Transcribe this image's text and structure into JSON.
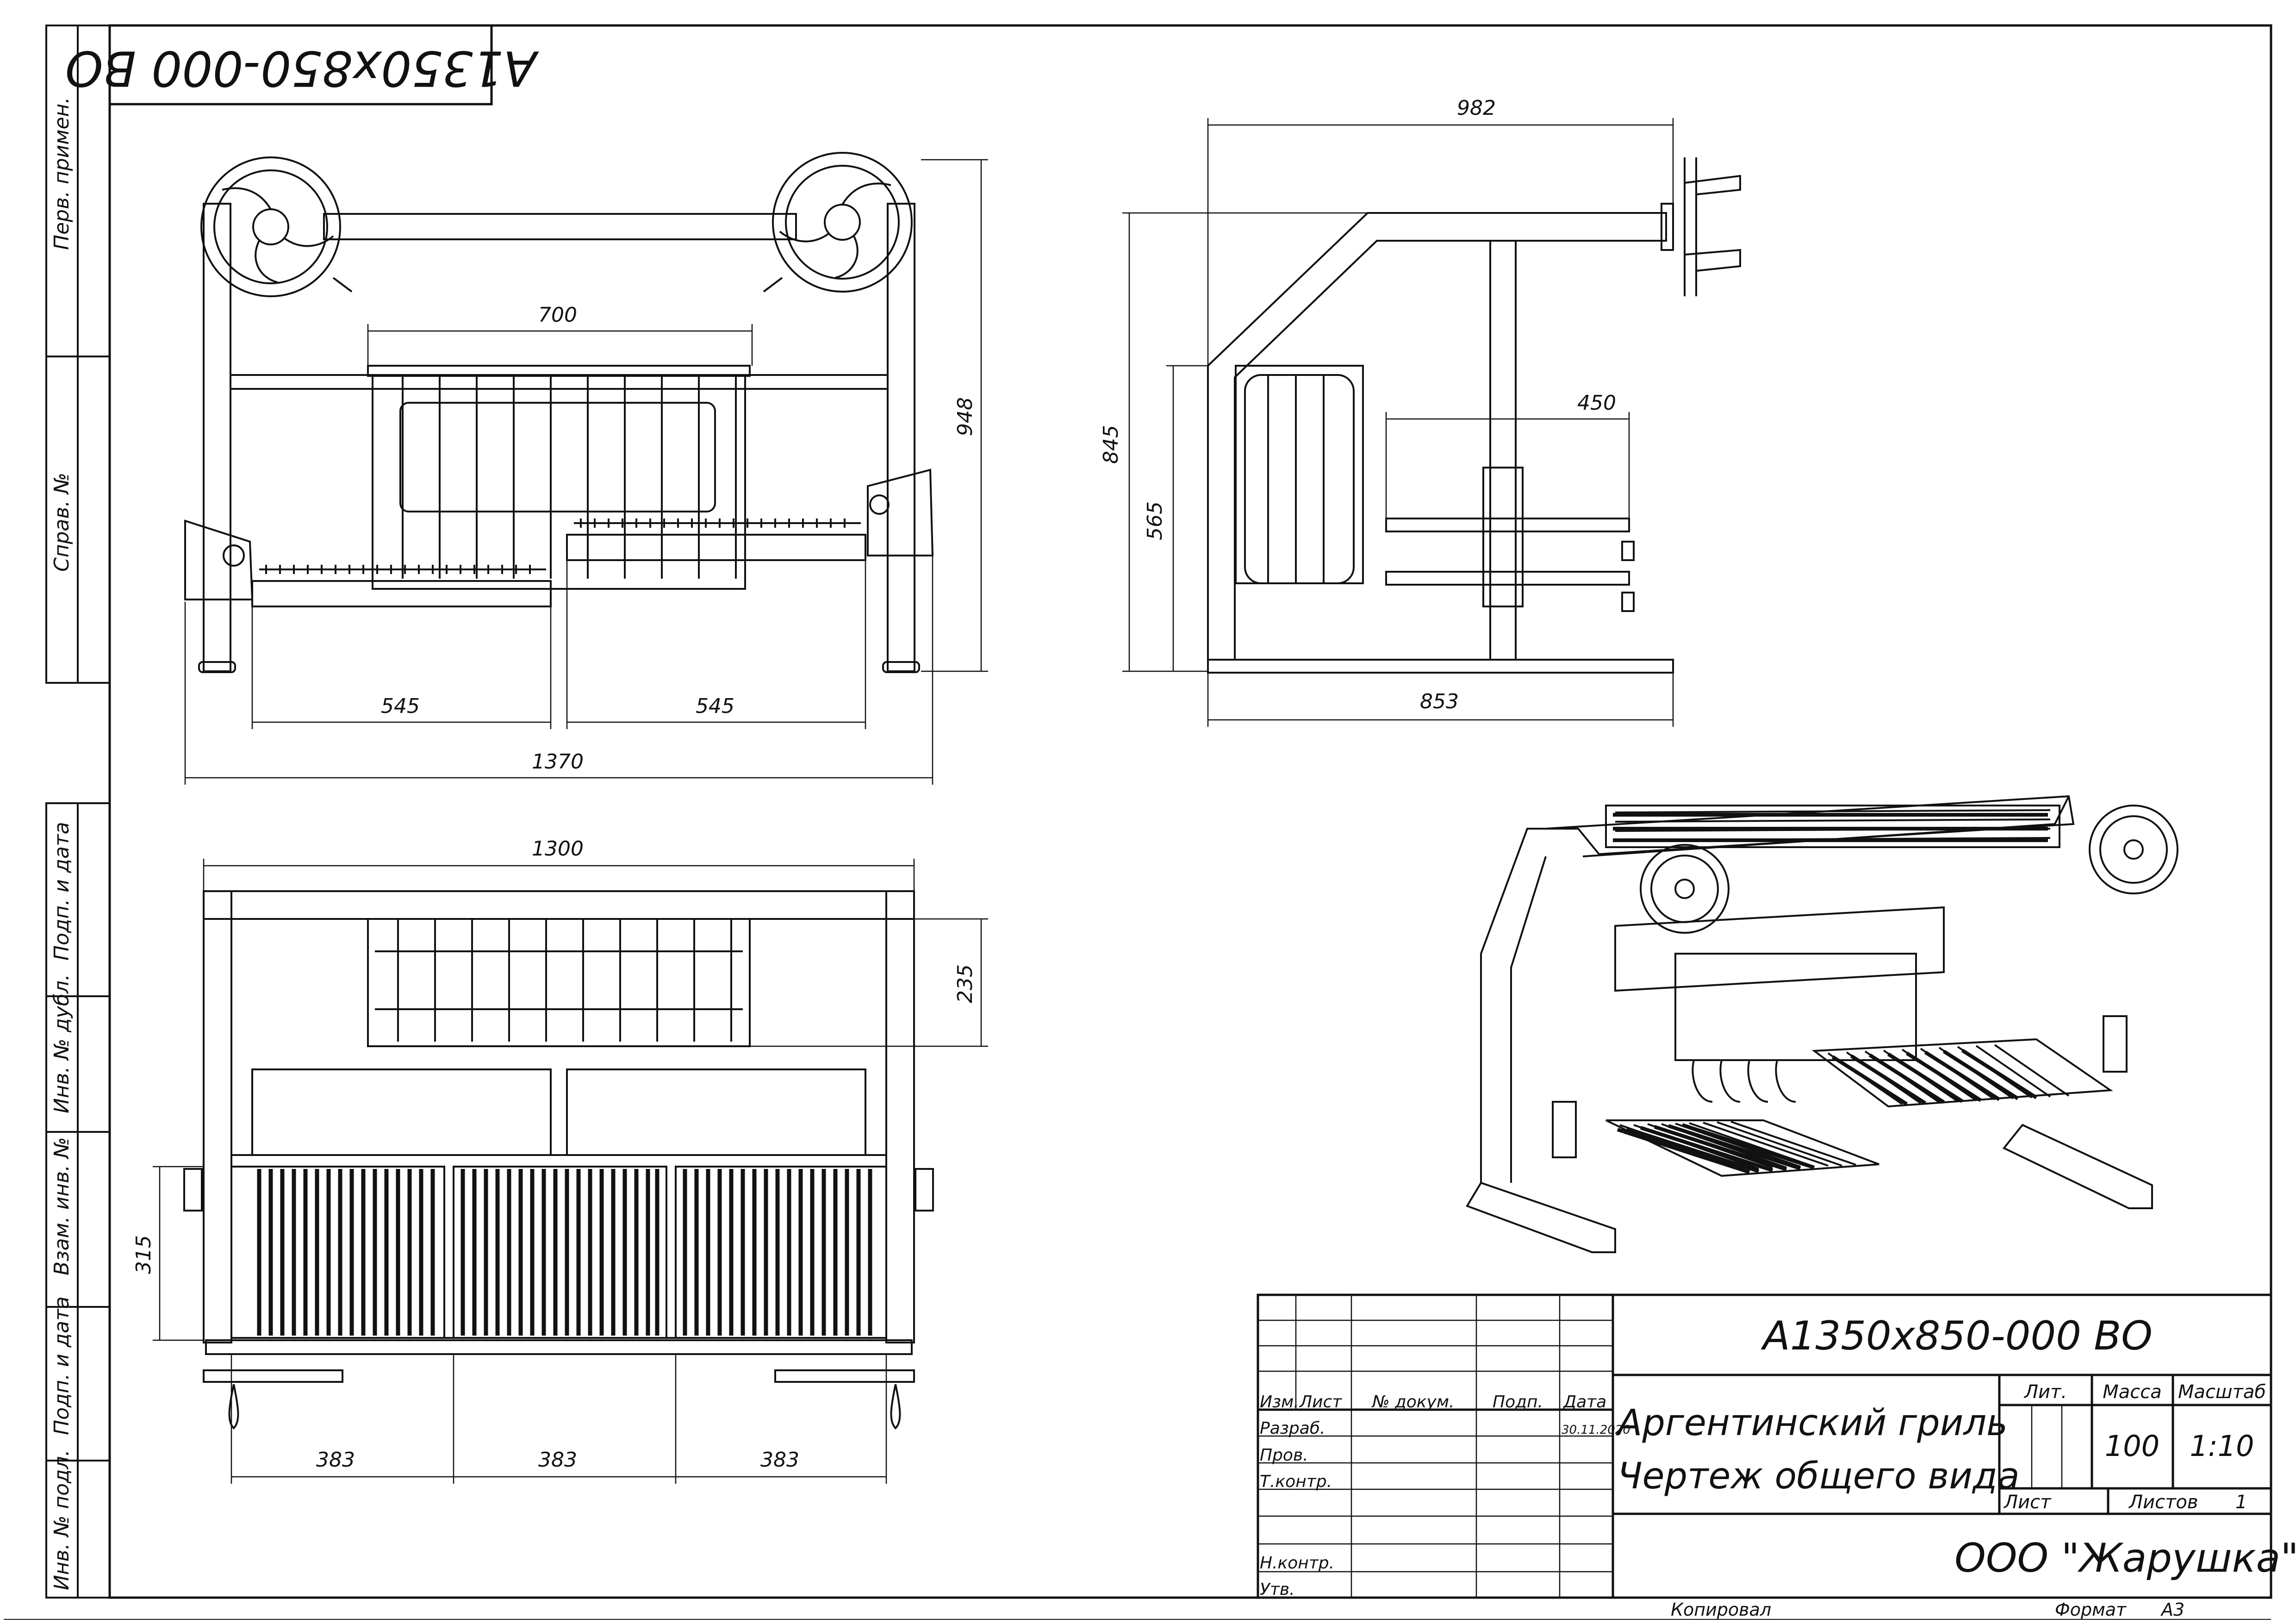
{
  "drawing": {
    "code": "А1350х850-000 ВО",
    "title_line1": "Аргентинский гриль",
    "title_line2": "Чертеж общего вида",
    "company": "ООО \"Жарушка\"",
    "copied": "Копировал",
    "format_label": "Формат",
    "format_value": "А3"
  },
  "side_strip": {
    "perv_primen": "Перв. примен.",
    "sprav_no": "Справ. №",
    "podp_data_1": "Подп. и дата",
    "inv_dubl": "Инв. № дубл.",
    "vzam_inv": "Взам. инв. №",
    "podp_data_2": "Подп. и дата",
    "inv_podl": "Инв. № подл."
  },
  "title_block": {
    "izm": "Изм.",
    "list": "Лист",
    "dokum": "№ докум.",
    "podp": "Подп.",
    "data": "Дата",
    "razrab": "Разраб.",
    "date_value": "30.11.2020",
    "prov": "Пров.",
    "tkontr": "Т.контр.",
    "nkontr": "Н.контр.",
    "utv": "Утв.",
    "lit": "Лит.",
    "massa": "Масса",
    "masshtab": "Масштаб",
    "massa_value": "100",
    "scale_value": "1:10",
    "sheet": "Лист",
    "sheets": "Листов",
    "sheets_value": "1"
  },
  "dimensions": {
    "front_700": "700",
    "front_948": "948",
    "front_545_left": "545",
    "front_545_right": "545",
    "front_1370": "1370",
    "side_982": "982",
    "side_450": "450",
    "side_845": "845",
    "side_565": "565",
    "side_853": "853",
    "top_1300": "1300",
    "top_235": "235",
    "top_315": "315",
    "top_383_a": "383",
    "top_383_b": "383",
    "top_383_c": "383"
  }
}
